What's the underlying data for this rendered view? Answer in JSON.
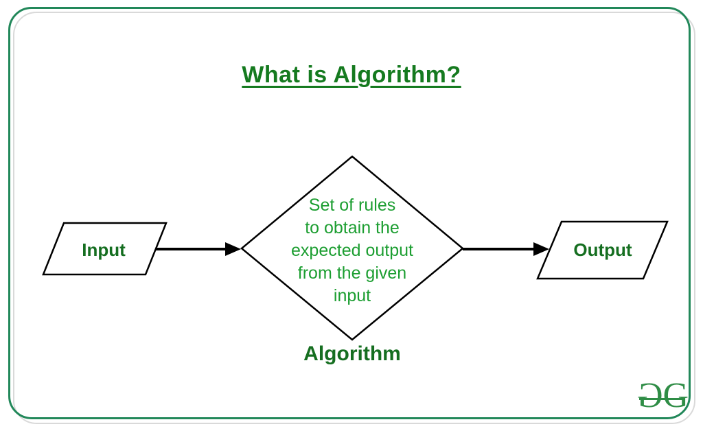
{
  "title": "What is Algorithm?",
  "flowchart": {
    "input_label": "Input",
    "diamond_lines": [
      "Set of rules",
      "to obtain the",
      "expected output",
      "from the given",
      "input"
    ],
    "diamond_full_text": "Set of rules to obtain the expected output from the given input",
    "algorithm_label": "Algorithm",
    "output_label": "Output"
  },
  "logo": {
    "icon": "geeksforgeeks-logo",
    "g1": "G",
    "g2": "G"
  },
  "colors": {
    "border_green": "#22885a",
    "shadow_gray": "#d9d9d9",
    "title_green": "#157a1f",
    "label_green": "#156e20",
    "diamond_text_green": "#1c9e31",
    "logo_green": "#2f8d46",
    "stroke_black": "#000000"
  }
}
